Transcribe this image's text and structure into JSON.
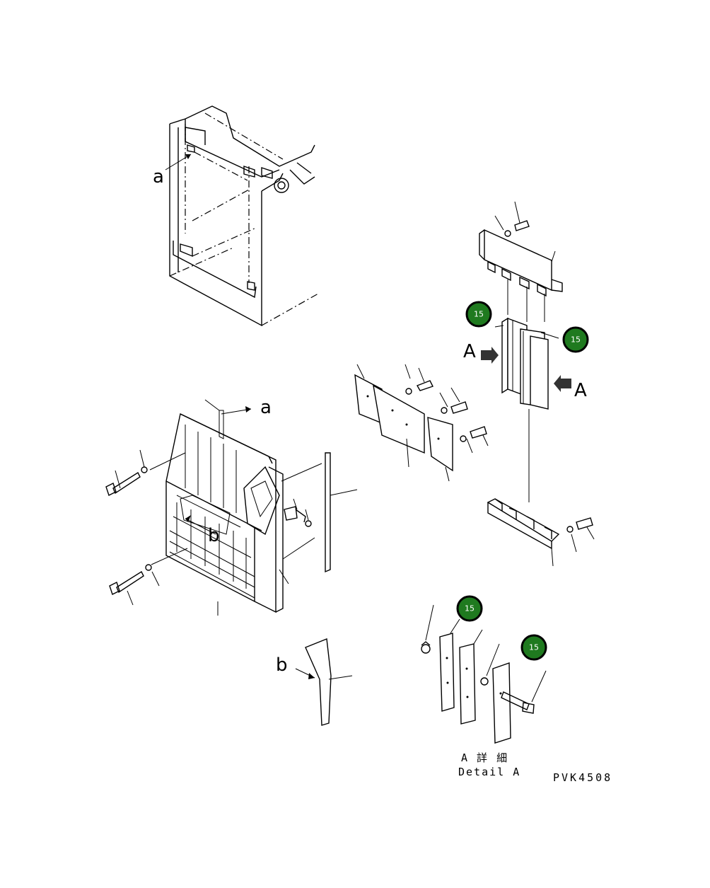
{
  "colors": {
    "badge_fill": "#1f7a1f",
    "line": "#000000",
    "background": "#ffffff"
  },
  "badges": [
    {
      "label": "15"
    },
    {
      "label": "15"
    },
    {
      "label": "15"
    },
    {
      "label": "15"
    }
  ],
  "view_letters": {
    "a1": "a",
    "a2": "a",
    "b1": "b",
    "b2": "b",
    "A1": "A",
    "A2": "A"
  },
  "detail_caption": {
    "japanese": "A 詳 細",
    "english": "Detail A"
  },
  "drawing_code": "PVK4508"
}
